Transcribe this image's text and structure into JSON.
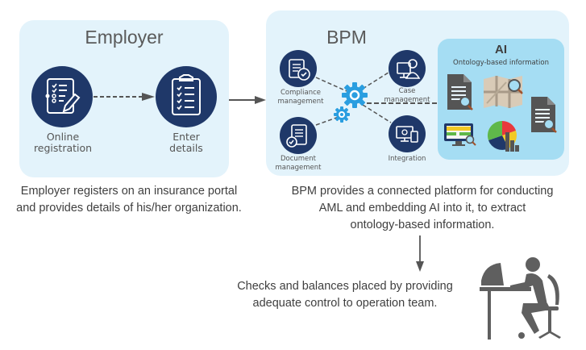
{
  "employer": {
    "title": "Employer",
    "nodes": [
      {
        "label_line1": "Online",
        "label_line2": "registration",
        "icon": "registration-form-icon"
      },
      {
        "label_line1": "Enter",
        "label_line2": "details",
        "icon": "clipboard-checklist-icon"
      }
    ],
    "caption_line1": "Employer registers on an insurance portal",
    "caption_line2": "and provides details of his/her organization."
  },
  "bpm": {
    "title": "BPM",
    "nodes": [
      {
        "label_line1": "Compliance",
        "label_line2": "management",
        "icon": "compliance-document-icon"
      },
      {
        "label_line1": "Case",
        "label_line2": "management",
        "icon": "case-management-icon"
      },
      {
        "label_line1": "Document",
        "label_line2": "management",
        "icon": "document-check-icon"
      },
      {
        "label_line1": "Integration",
        "label_line2": "",
        "icon": "devices-integration-icon"
      }
    ],
    "hub_icon": "gears-icon",
    "caption_line1": "BPM provides a connected platform for conducting",
    "caption_line2": "AML and embedding AI into it, to extract",
    "caption_line3": "ontology-based information."
  },
  "ai": {
    "title": "AI",
    "subtitle": "Ontology-based information",
    "icons": [
      "document-search-icon",
      "map-search-icon",
      "document-search-icon",
      "monitor-search-icon",
      "pie-bar-chart-icon"
    ]
  },
  "operations": {
    "caption_line1": "Checks and balances placed by providing",
    "caption_line2": "adequate control to operation team.",
    "icon": "person-at-desk-icon"
  },
  "colors": {
    "panel_bg": "#e3f3fb",
    "ai_bg": "#a5ddf3",
    "node_navy": "#1f3869",
    "gear_blue": "#2a9ee0",
    "arrow_gray": "#555555"
  }
}
